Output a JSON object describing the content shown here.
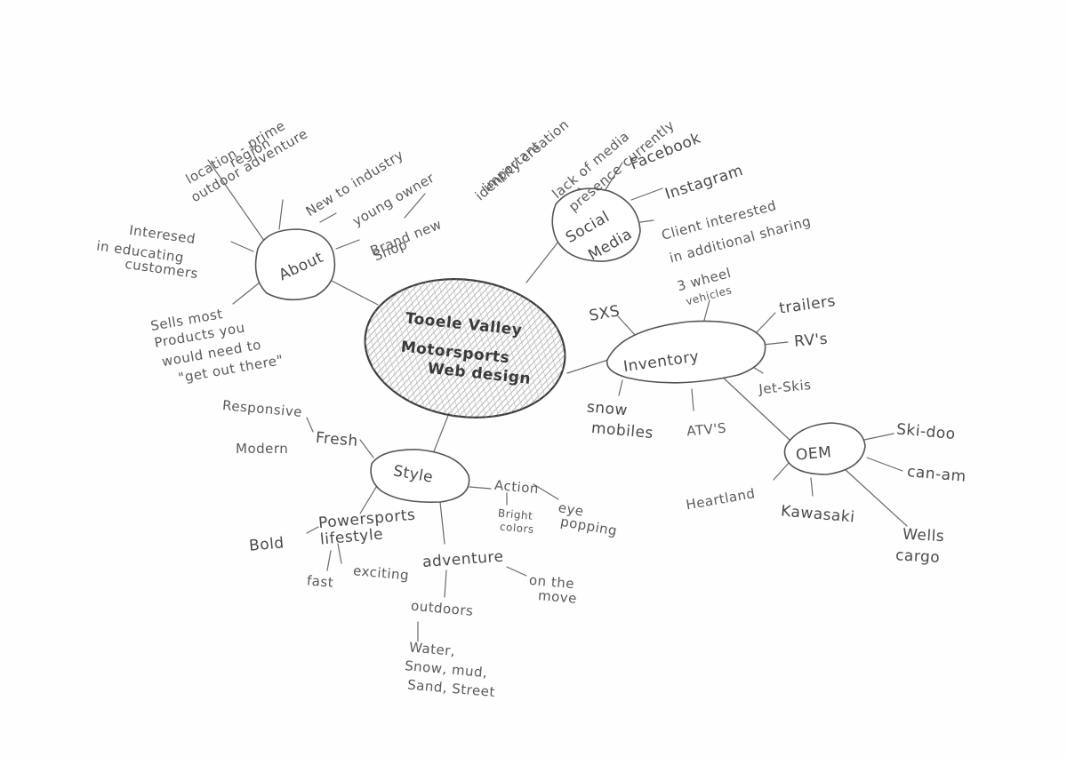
{
  "center": {
    "lines": [
      "Tooele Valley",
      "Motorsports",
      "Web design"
    ]
  },
  "nodes": {
    "about": "About",
    "social": [
      "Social",
      "Media"
    ],
    "inventory": "Inventory",
    "style": "Style",
    "oem": "OEM"
  },
  "about_items": {
    "location": [
      "location - prime",
      "outdoor adventure",
      "region"
    ],
    "new_industry": "New to industry",
    "young_owner": "young owner",
    "brand_new": [
      "Brand new",
      "Shop"
    ],
    "educating": [
      "Interesed",
      "in educating",
      "customers"
    ],
    "sells": [
      "Sells most",
      "Products you",
      "would need to",
      "\"get out there\""
    ],
    "identity": [
      "identity creation",
      "important"
    ]
  },
  "social_items": {
    "lack": [
      "lack of media",
      "presence currently"
    ],
    "facebook": "Facebook",
    "instagram": "Instagram",
    "client": [
      "Client interested",
      "in additional sharing"
    ]
  },
  "inventory_items": {
    "sxs": "SXS",
    "three_wheel": [
      "3 wheel",
      "vehicles"
    ],
    "trailers": "trailers",
    "rvs": "RV's",
    "jetskis": "Jet-Skis",
    "atvs": "ATV'S",
    "snowmobiles": [
      "snow",
      "mobiles"
    ]
  },
  "oem_items": {
    "skidoo": "Ski-doo",
    "canam": "can-am",
    "wells": [
      "Wells",
      "cargo"
    ],
    "kawasaki": "Kawasaki",
    "heartland": "Heartland"
  },
  "style_items": {
    "responsive": "Responsive",
    "modern": "Modern",
    "fresh": "Fresh",
    "action": "Action",
    "bright": [
      "Bright",
      "colors"
    ],
    "eye": [
      "eye",
      "popping"
    ],
    "powersports": [
      "Powersports",
      "lifestyle"
    ],
    "bold": "Bold",
    "fast": "fast",
    "exciting": "exciting",
    "adventure": "adventure",
    "move": [
      "on the",
      "move"
    ],
    "outdoors": "outdoors",
    "terrain": [
      "Water,",
      "Snow, mud,",
      "Sand, Street"
    ]
  }
}
